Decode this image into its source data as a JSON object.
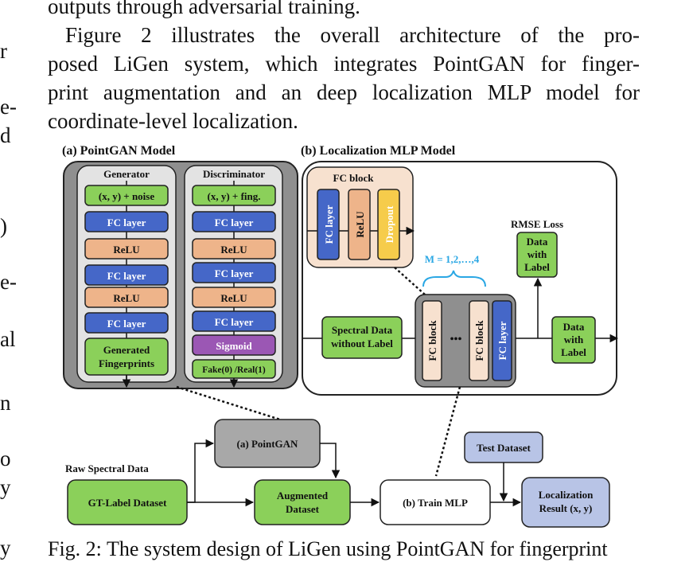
{
  "body_text": {
    "line0": "outputs through adversarial training.",
    "line1": "Figure 2 illustrates the overall architecture of the pro-",
    "line2": "posed LiGen system, which integrates PointGAN for finger-",
    "line3": "print augmentation and an deep localization MLP model for",
    "line4": "coordinate-level localization."
  },
  "left_margin": [
    "r",
    "e-",
    "d",
    ")",
    "e-",
    "al",
    "n",
    "o",
    "y",
    "y"
  ],
  "figure": {
    "panel_a_title": "(a) PointGAN Model",
    "panel_b_title": "(b) Localization MLP Model",
    "generator": {
      "title": "Generator",
      "blocks": [
        "(x, y) + noise",
        "FC layer",
        "ReLU",
        "FC layer",
        "ReLU",
        "FC layer"
      ],
      "output": [
        "Generated",
        "Fingerprints"
      ]
    },
    "discriminator": {
      "title": "Discriminator",
      "blocks": [
        "(x, y) + fing.",
        "FC layer",
        "ReLU",
        "FC layer",
        "ReLU",
        "FC layer",
        "Sigmoid"
      ],
      "output": "Fake(0) /Real(1)"
    },
    "fc_block": {
      "title": "FC block",
      "layers": [
        "FC layer",
        "ReLU",
        "Dropout"
      ]
    },
    "m_label": "M = 1,2,…,4",
    "rmse_label": "RMSE Loss",
    "data_with_label_top": [
      "Data",
      "with",
      "Label"
    ],
    "data_with_label_right": [
      "Data",
      "with",
      "Label"
    ],
    "spectral_input": [
      "Spectral Data",
      "without Label"
    ],
    "mlp_stack": [
      "FC block",
      "FC block",
      "FC layer"
    ],
    "ellipsis": "•••",
    "pipeline": {
      "pointgan": "(a) PointGAN",
      "raw_spectral": "Raw Spectral Data",
      "gt_label": "GT-Label Dataset",
      "augmented": [
        "Augmented",
        "Dataset"
      ],
      "train_mlp": "(b) Train MLP",
      "test_dataset": "Test Dataset",
      "result": [
        "Localization",
        "Result (x, y)"
      ]
    }
  },
  "caption": "Fig. 2: The system design of LiGen using PointGAN for fingerprint"
}
